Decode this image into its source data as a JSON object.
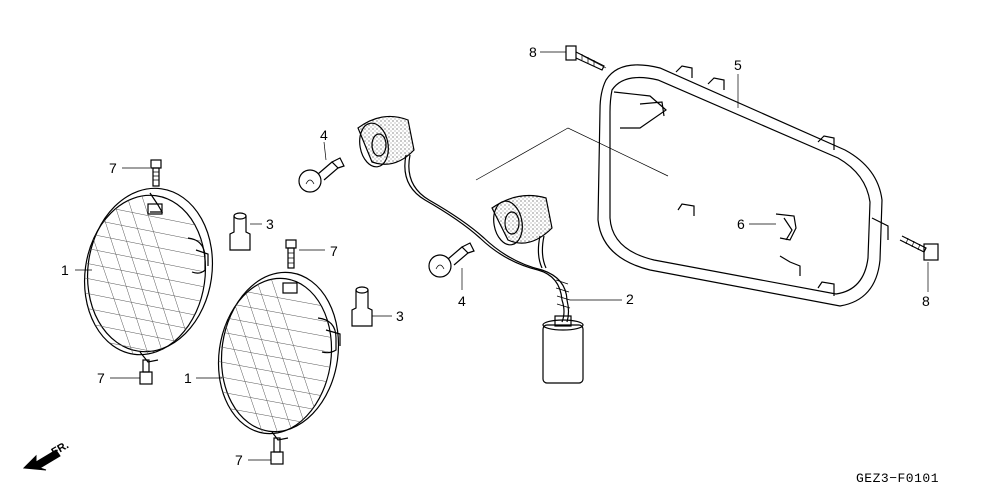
{
  "diagram": {
    "code": "GEZ3−F0101",
    "direction_label": "FR.",
    "callouts": {
      "c1a": "1",
      "c1b": "1",
      "c2": "2",
      "c3a": "3",
      "c3b": "3",
      "c4a": "4",
      "c4b": "4",
      "c5": "5",
      "c6": "6",
      "c7a": "7",
      "c7b": "7",
      "c7c": "7",
      "c7d": "7",
      "c8a": "8",
      "c8b": "8"
    }
  }
}
